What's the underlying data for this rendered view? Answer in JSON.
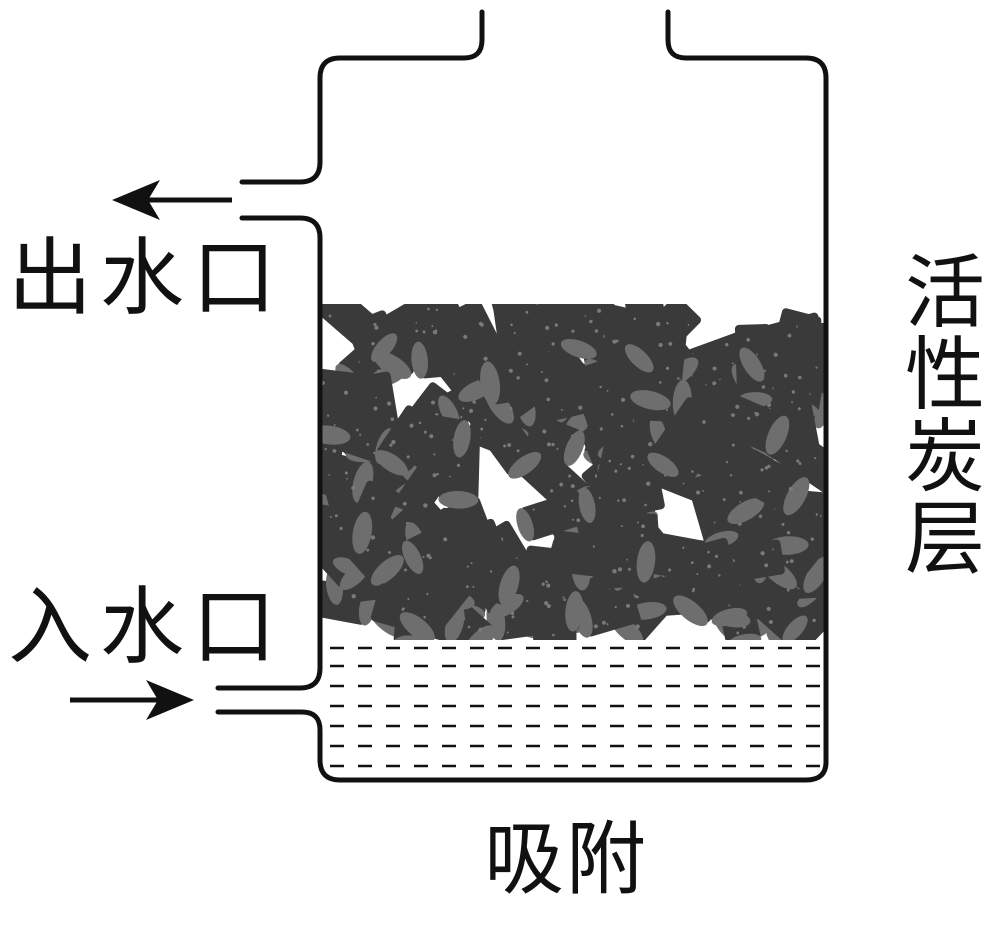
{
  "labels": {
    "outlet": "出水口",
    "inlet": "入水口",
    "layer": "活性炭层",
    "caption": "吸附"
  },
  "colors": {
    "outline": "#111111",
    "carbon": "#3a3a3a",
    "carbon_speck": "#7a7a7a",
    "carbon_end": "#6e6e6e",
    "water_dash": "#111111"
  }
}
